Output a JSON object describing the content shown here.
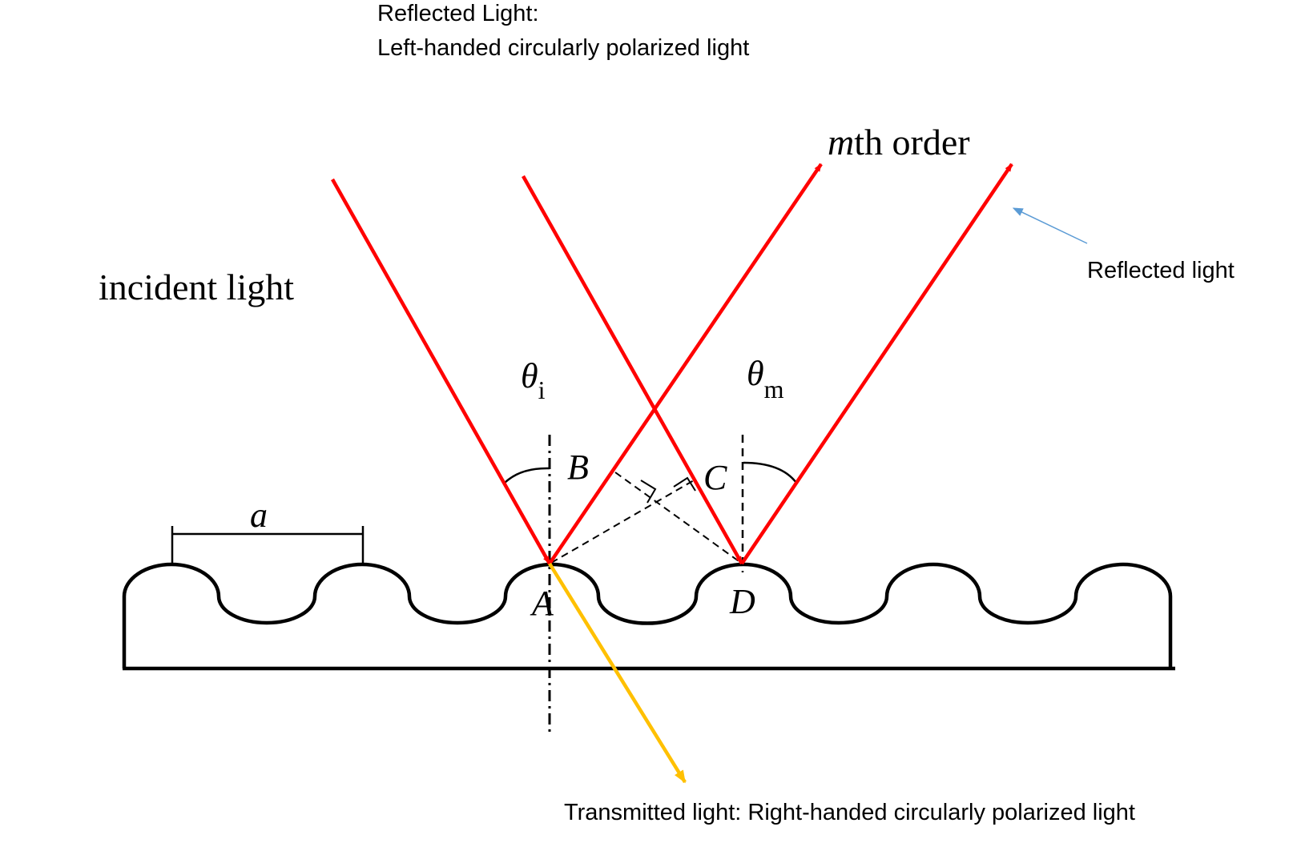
{
  "labels": {
    "reflected_title": "Reflected Light:",
    "reflected_subtitle": "Left-handed circularly polarized light",
    "mth_order_m": "m",
    "mth_order_rest": "th order",
    "incident_light": "incident light",
    "theta_i": "θ",
    "theta_i_sub": "i",
    "theta_m": "θ",
    "theta_m_sub": "m",
    "point_a": "A",
    "point_b": "B",
    "point_c": "C",
    "point_d": "D",
    "period": "a",
    "reflected_light": "Reflected light",
    "transmitted_light": "Transmitted light: Right-handed circularly polarized light"
  },
  "colors": {
    "ray": "#ff0000",
    "transmitted": "#ffc000",
    "annotation_arrow": "#5b9bd5",
    "outline": "#000000"
  }
}
